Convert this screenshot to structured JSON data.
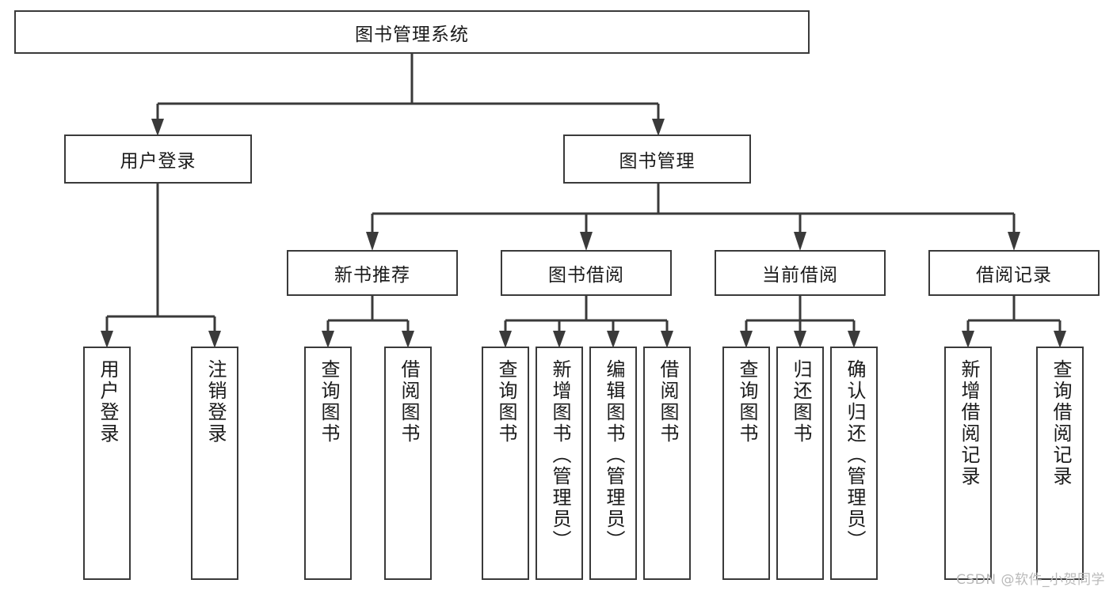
{
  "diagram": {
    "title": "图书管理系统",
    "type": "tree",
    "watermark": "CSDN @软件_小贺同学",
    "colors": {
      "stroke": "#3a3a3a",
      "fill": "#ffffff",
      "text": "#1a1a1a",
      "watermark": "#b9b9b9"
    },
    "levels": {
      "root": {
        "label": "图书管理系统"
      },
      "level2": [
        {
          "label": "用户登录"
        },
        {
          "label": "图书管理"
        }
      ],
      "level3": [
        {
          "label": "新书推荐"
        },
        {
          "label": "图书借阅"
        },
        {
          "label": "当前借阅"
        },
        {
          "label": "借阅记录"
        }
      ],
      "leaves": [
        {
          "label": "用户登录",
          "parent": "用户登录"
        },
        {
          "label": "注销登录",
          "parent": "用户登录"
        },
        {
          "label": "查询图书",
          "parent": "新书推荐"
        },
        {
          "label": "借阅图书",
          "parent": "新书推荐"
        },
        {
          "label": "查询图书",
          "parent": "图书借阅"
        },
        {
          "label": "新增图书（管理员）",
          "parent": "图书借阅"
        },
        {
          "label": "编辑图书（管理员）",
          "parent": "图书借阅"
        },
        {
          "label": "借阅图书",
          "parent": "图书借阅"
        },
        {
          "label": "查询图书",
          "parent": "当前借阅"
        },
        {
          "label": "归还图书",
          "parent": "当前借阅"
        },
        {
          "label": "确认归还（管理员）",
          "parent": "当前借阅"
        },
        {
          "label": "新增借阅记录",
          "parent": "借阅记录"
        },
        {
          "label": "查询借阅记录",
          "parent": "借阅记录"
        }
      ]
    }
  }
}
